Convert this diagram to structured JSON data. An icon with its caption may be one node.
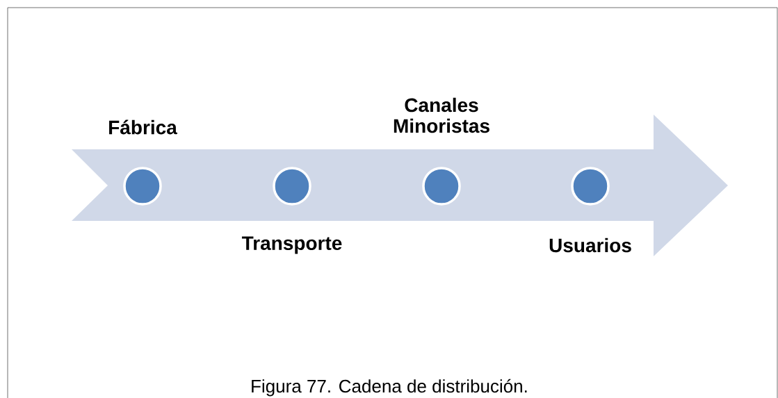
{
  "diagram": {
    "caption": "Figura 77. Cadena de distribución.",
    "nodes": [
      {
        "text": [],
        "shape": "arrow"
      },
      {
        "text": [
          "Fábrica"
        ],
        "in": 0
      },
      {
        "text": [
          "Transporte"
        ],
        "in": 0
      },
      {
        "text": [
          "Canales Minoristas"
        ],
        "in": 0
      },
      {
        "text": [
          "Usuarios"
        ],
        "in": 0
      }
    ]
  }
}
